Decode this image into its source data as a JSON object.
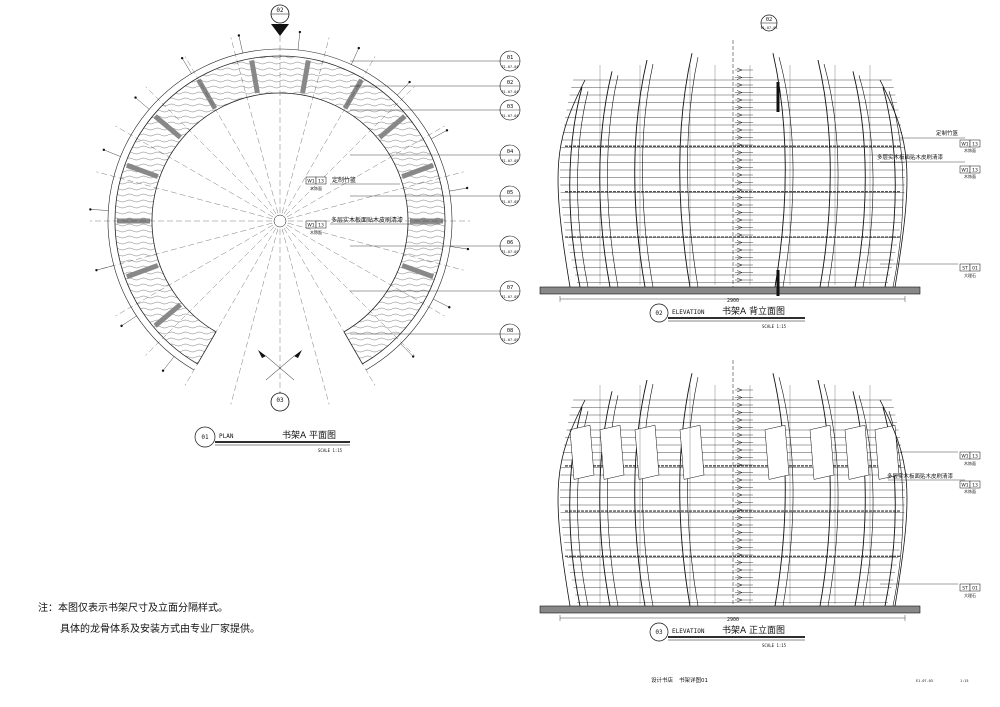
{
  "plan": {
    "section_mark": {
      "num": "02"
    },
    "section_mark_bottom": {
      "num": "03"
    },
    "callouts": [
      {
        "num": "01",
        "ref": "E1-07-04"
      },
      {
        "num": "02",
        "ref": "E1-07-04"
      },
      {
        "num": "03",
        "ref": "E1-07-04"
      },
      {
        "num": "04",
        "ref": "E1-07-05"
      },
      {
        "num": "05",
        "ref": "E1-07-05"
      },
      {
        "num": "06",
        "ref": "E1-07-05"
      },
      {
        "num": "07",
        "ref": "E1-07-05"
      },
      {
        "num": "08",
        "ref": "E1-07-05"
      }
    ],
    "notes": [
      {
        "code": "W1",
        "sub": "13",
        "mat": "木饰面",
        "text": "定制竹篮"
      },
      {
        "code": "W1",
        "sub": "13",
        "mat": "木饰面",
        "text": "多层实木板面贴木皮刷清漆"
      }
    ],
    "title": {
      "num": "01",
      "type": "PLAN",
      "name": "书架A 平面图",
      "scale": "SCALE  1:15"
    }
  },
  "elev_back": {
    "section_mark": {
      "num": "02",
      "ref": "E1-07-03"
    },
    "notes": [
      {
        "code": "W1",
        "sub": "13",
        "mat": "木饰面",
        "text": "定制竹篮"
      },
      {
        "code": "W1",
        "sub": "13",
        "mat": "木饰面",
        "text": "多层实木板面贴木皮刷清漆"
      },
      {
        "code": "ST",
        "sub": "01",
        "mat": "大理石",
        "text": ""
      }
    ],
    "dim": "2900",
    "title": {
      "num": "02",
      "type": "ELEVATION",
      "name": "书架A 背立面图",
      "scale": "SCALE  1:15"
    }
  },
  "elev_front": {
    "notes": [
      {
        "code": "W1",
        "sub": "13",
        "mat": "木饰面",
        "text": ""
      },
      {
        "code": "W1",
        "sub": "13",
        "mat": "木饰面",
        "text": "多层实木板面贴木皮刷清漆"
      },
      {
        "code": "ST",
        "sub": "01",
        "mat": "大理石",
        "text": ""
      }
    ],
    "dim": "2900",
    "title": {
      "num": "03",
      "type": "ELEVATION",
      "name": "书架A 正立面图",
      "scale": "SCALE  1:15"
    }
  },
  "footnote": {
    "line1": "注：本图仅表示书架尺寸及立面分隔样式。",
    "line2": "具体的龙骨体系及安装方式由专业厂家提供。"
  },
  "footer": {
    "project": "设计书店",
    "sheet": "书架详图01",
    "code": "E1-07-03",
    "page": "1:15"
  }
}
